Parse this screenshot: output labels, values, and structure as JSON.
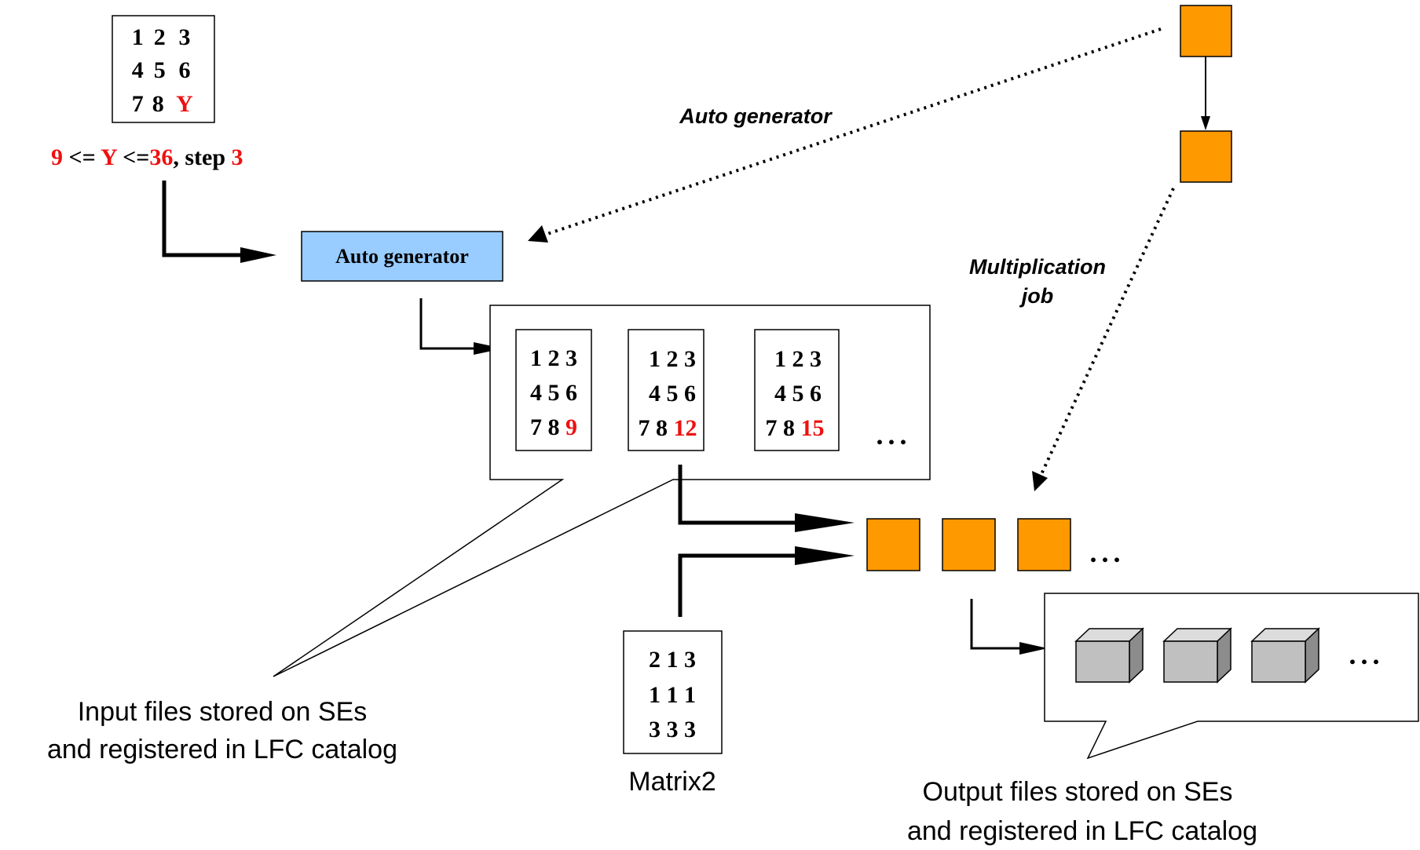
{
  "template_matrix": {
    "rows": [
      [
        "1",
        "2",
        "3"
      ],
      [
        "4",
        "5",
        "6"
      ],
      [
        "7",
        "8",
        "Y"
      ]
    ]
  },
  "range_label": {
    "low": "9",
    "op1": " <= ",
    "var": "Y",
    "op2": " <=",
    "high": "36",
    "step_text": ", step ",
    "step": "3"
  },
  "generator_box_label": "Auto generator",
  "edge_labels": {
    "auto_generator": "Auto generator",
    "multiplication_line1": "Multiplication",
    "multiplication_line2": "job"
  },
  "generated_matrices": [
    {
      "row1": "1 2 3",
      "row2": "4 5 6",
      "row3_prefix": "7 8 ",
      "value": "9"
    },
    {
      "row1": "1 2 3",
      "row2": "4 5 6",
      "row3_prefix": "7 8 ",
      "value": "12"
    },
    {
      "row1": "1 2 3",
      "row2": "4 5 6",
      "row3_prefix": "7 8 ",
      "value": "15"
    }
  ],
  "ellipsis": "...",
  "matrix2": {
    "rows": [
      "2 1 3",
      "1 1 1",
      "3 3 3"
    ],
    "caption": "Matrix2"
  },
  "input_caption": {
    "line1": "Input files stored on SEs",
    "line2": "and registered in LFC catalog"
  },
  "output_caption": {
    "line1": "Output files stored on SEs",
    "line2": "and registered in LFC catalog"
  },
  "colors": {
    "job_orange": "#ff9900",
    "generator_blue": "#99ccff",
    "highlight_red": "#ee1111",
    "storage_gray": "#c0c0c0"
  }
}
